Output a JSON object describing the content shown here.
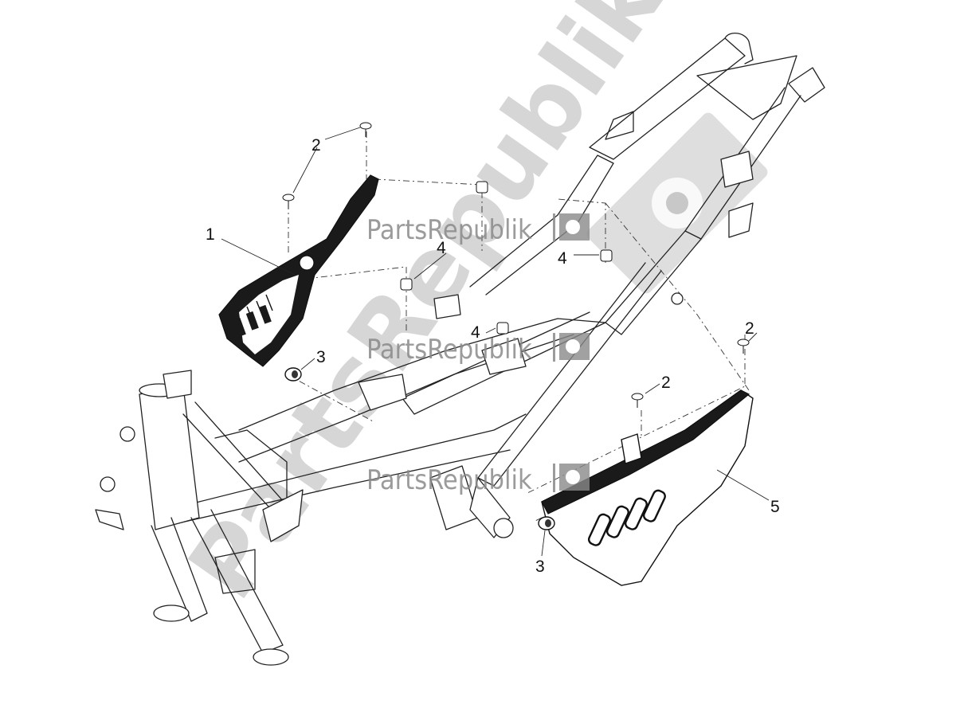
{
  "diagram": {
    "callouts": {
      "c1": "1",
      "c2a": "2",
      "c2b": "2",
      "c2c": "2",
      "c3a": "3",
      "c3b": "3",
      "c4a": "4",
      "c4b": "4",
      "c4c": "4",
      "c5": "5"
    },
    "watermark": {
      "big": "PartsRepublik",
      "small1": "PartsRepublik",
      "small2": "PartsRepublik",
      "small3": "PartsRepublik",
      "icon": "gear-flag-icon"
    }
  }
}
